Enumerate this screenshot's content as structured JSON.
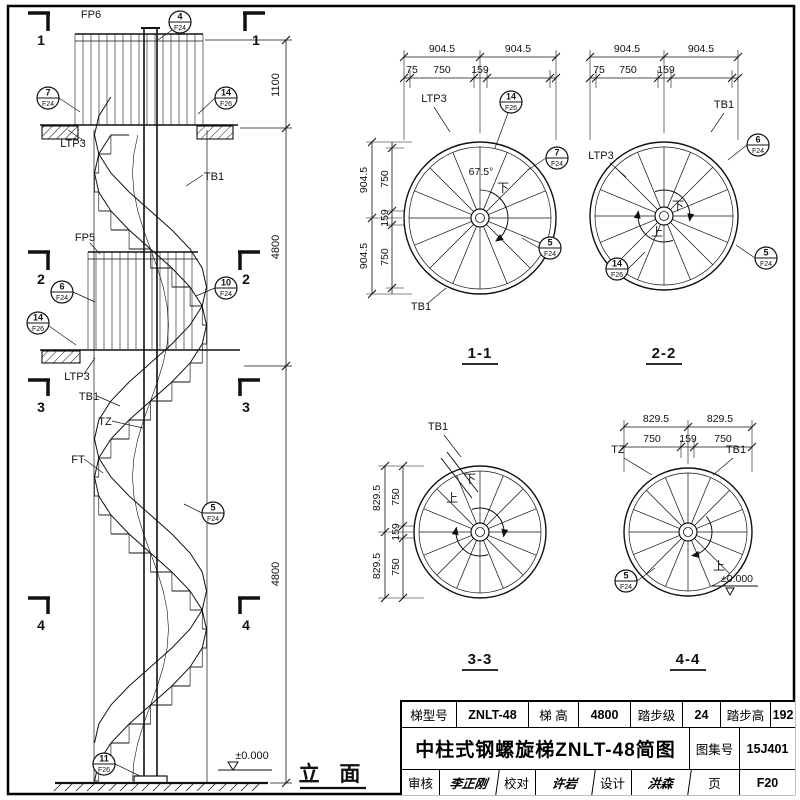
{
  "elevation": {
    "title": "立 面",
    "sec1": "1",
    "sec2": "2",
    "sec3": "3",
    "sec4": "4",
    "fp6": "FP6",
    "fp5": "FP5",
    "ltp3_upper": "LTP3",
    "ltp3_lower": "LTP3",
    "tb1_upper": "TB1",
    "tb1_lower": "TB1",
    "tz": "TZ",
    "ft": "FT",
    "dim_top": "1100",
    "dim_mid": "4800",
    "dim_bottom": "4800",
    "datum": "±0.000",
    "refs": {
      "r4": {
        "n": "4",
        "d": "F24"
      },
      "r7": {
        "n": "7",
        "d": "F24"
      },
      "r14a": {
        "n": "14",
        "d": "F26"
      },
      "r6": {
        "n": "6",
        "d": "F24"
      },
      "r10": {
        "n": "10",
        "d": "F24"
      },
      "r14b": {
        "n": "14",
        "d": "F26"
      },
      "r5": {
        "n": "5",
        "d": "F24"
      },
      "r11": {
        "n": "11",
        "d": "F26"
      }
    }
  },
  "plans": {
    "p11": {
      "title": "1-1",
      "top_dims": [
        "904.5",
        "904.5"
      ],
      "top_sub": [
        "75",
        "750",
        "159"
      ],
      "side_dims": [
        "904.5",
        "904.5"
      ],
      "side_sub": [
        "750",
        "159",
        "750"
      ],
      "angle": "67.5°",
      "down": "下",
      "ltp3": "LTP3",
      "tb1": "TB1",
      "refs": {
        "r14": {
          "n": "14",
          "d": "F26"
        },
        "r7": {
          "n": "7",
          "d": "F24"
        },
        "r5": {
          "n": "5",
          "d": "F24"
        }
      }
    },
    "p22": {
      "title": "2-2",
      "top_dims": [
        "904.5",
        "904.5"
      ],
      "top_sub": [
        "75",
        "750",
        "159"
      ],
      "down": "下",
      "up": "上",
      "ltp3": "LTP3",
      "tb1": "TB1",
      "refs": {
        "r6": {
          "n": "6",
          "d": "F24"
        },
        "r14": {
          "n": "14",
          "d": "F26"
        },
        "r5": {
          "n": "5",
          "d": "F24"
        }
      }
    },
    "p33": {
      "title": "3-3",
      "side_dims": [
        "829.5",
        "829.5"
      ],
      "side_sub": [
        "750",
        "159",
        "750"
      ],
      "down": "下",
      "up": "上",
      "tb1": "TB1"
    },
    "p44": {
      "title": "4-4",
      "top_dims": [
        "829.5",
        "829.5"
      ],
      "top_sub": [
        "750",
        "159",
        "750"
      ],
      "up": "上",
      "tz": "TZ",
      "tb1": "TB1",
      "datum": "±0.000",
      "refs": {
        "r5": {
          "n": "5",
          "d": "F24"
        }
      }
    }
  },
  "titleblock": {
    "model_label": "梯型号",
    "model_value": "ZNLT-48",
    "height_label": "梯 高",
    "height_value": "4800",
    "steps_label": "踏步级",
    "steps_value": "24",
    "riser_label": "踏步高",
    "riser_value": "192",
    "title": "中柱式钢螺旋梯ZNLT-48简图",
    "atlas_label": "图集号",
    "atlas_value": "15J401",
    "page_label": "页",
    "page_value": "F20",
    "review_label": "审核",
    "review_value": "李正刚",
    "proof_label": "校对",
    "proof_value": "许岩",
    "design_label": "设计",
    "design_value": "洪森"
  }
}
